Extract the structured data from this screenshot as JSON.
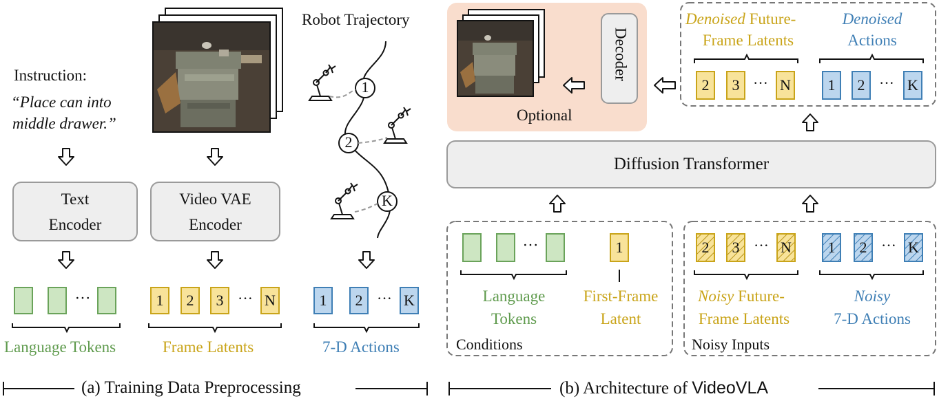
{
  "left": {
    "instruction_label": "Instruction:",
    "instruction_line1": "“Place can into",
    "instruction_line2": "middle drawer.”",
    "text_encoder_l1": "Text",
    "text_encoder_l2": "Encoder",
    "video_encoder_l1": "Video VAE",
    "video_encoder_l2": "Encoder",
    "robot_trajectory": "Robot Trajectory",
    "traj_points": [
      "1",
      "2",
      "K"
    ],
    "lang_ellipsis": "···",
    "frame_tokens": [
      "1",
      "2",
      "3",
      "···",
      "N"
    ],
    "action_tokens": [
      "1",
      "2",
      "···",
      "K"
    ],
    "label_language": "Language Tokens",
    "label_frames": "Frame Latents",
    "label_actions": "7-D Actions"
  },
  "right": {
    "decoder": "Decoder",
    "optional": "Optional",
    "denoised_word": "Denoised",
    "future_rest": " Future-",
    "frame_latents": "Frame Latents",
    "actions": "Actions",
    "denoised_frames": [
      "2",
      "3",
      "···",
      "N"
    ],
    "denoised_actions": [
      "1",
      "2",
      "···",
      "K"
    ],
    "diffusion": "Diffusion Transformer",
    "cond_ellipsis": "···",
    "first_frame_token": "1",
    "lang_tokens_l1": "Language",
    "lang_tokens_l2": "Tokens",
    "first_frame_l1": "First-Frame",
    "first_frame_l2": "Latent",
    "conditions": "Conditions",
    "noisy_frames": [
      "2",
      "3",
      "···",
      "N"
    ],
    "noisy_actions": [
      "1",
      "2",
      "···",
      "K"
    ],
    "noisy_word": "Noisy",
    "noisy_future_rest": " Future-",
    "noisy_frame_latents": "Frame Latents",
    "noisy_actions_l2": "7-D Actions",
    "noisy_inputs": "Noisy Inputs"
  },
  "captions": {
    "a": "(a) Training Data Preprocessing",
    "b_prefix": "(b) Architecture of ",
    "b_name": "VideoVLA"
  },
  "colors": {
    "green_fill": "#cde6c2",
    "green_stroke": "#6aa35a",
    "yellow_fill": "#f8e39a",
    "yellow_stroke": "#c9a419",
    "blue_fill": "#bcd6ee",
    "blue_stroke": "#3f7fb5",
    "gray_fill": "#eeeeee",
    "gray_stroke": "#9a9a9a",
    "peach": "#f9ddcd"
  }
}
